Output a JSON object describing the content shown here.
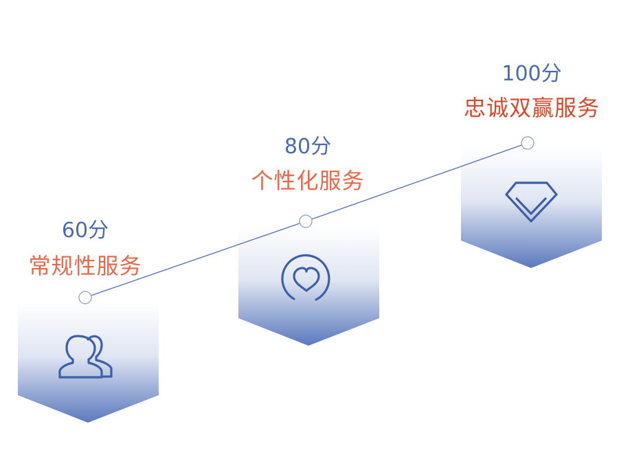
{
  "colors": {
    "line": "#4d6cb3",
    "icon": "#3d5fa8",
    "badge_top": "#ffffff",
    "badge_bottom": "#5b79bd",
    "score_text": "#4a6bb0",
    "name_text_light": "#e8684a",
    "name_text_dark": "#d9482b"
  },
  "stages": [
    {
      "score": "60分",
      "name": "常规性服务",
      "icon": "users-icon",
      "name_color": "#e8684a"
    },
    {
      "score": "80分",
      "name": "个性化服务",
      "icon": "heart-icon",
      "name_color": "#e8684a"
    },
    {
      "score": "100分",
      "name": "忠诚双赢服务",
      "icon": "diamond-icon",
      "name_color": "#d9482b"
    }
  ]
}
